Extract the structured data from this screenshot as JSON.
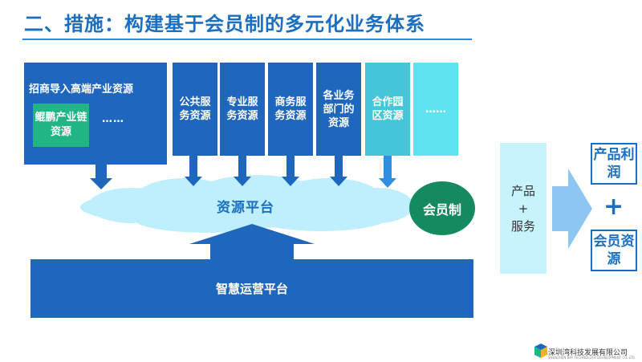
{
  "title": "二、措施：构建基于会员制的多元化业务体系",
  "resource_block": {
    "label": "招商导入高端产业资源",
    "sub_item": "鲲鹏产业链资源",
    "ellipsis": "……"
  },
  "columns": [
    {
      "label": "公共服务资源"
    },
    {
      "label": "专业服务资源"
    },
    {
      "label": "商务服务资源"
    },
    {
      "label": "各业务部门的资源"
    },
    {
      "label": "合作园区资源"
    },
    {
      "label": "……"
    }
  ],
  "cloud_label": "资源平台",
  "membership_label": "会员制",
  "product_panel": {
    "top": "产品",
    "plus": "+",
    "bottom": "服务"
  },
  "results": {
    "top": "产品利润",
    "plus": "+",
    "bottom": "会员资源"
  },
  "bottom_bar_label": "智慧运营平台",
  "company": "深圳湾科技发展有限公司",
  "company_en": "SHENZHEN BAY TECHNOLOGY DEVELOPMENT CO. LTD",
  "colors": {
    "primary_blue": "#1f67bd",
    "mid_blue": "#2f8fe0",
    "teal": "#44c6d8",
    "cyan": "#5fe3f1",
    "green": "#21b586",
    "dark_green": "#158a5f",
    "cloud": "#bfeefc",
    "pale_cyan": "#c7f4fc"
  }
}
